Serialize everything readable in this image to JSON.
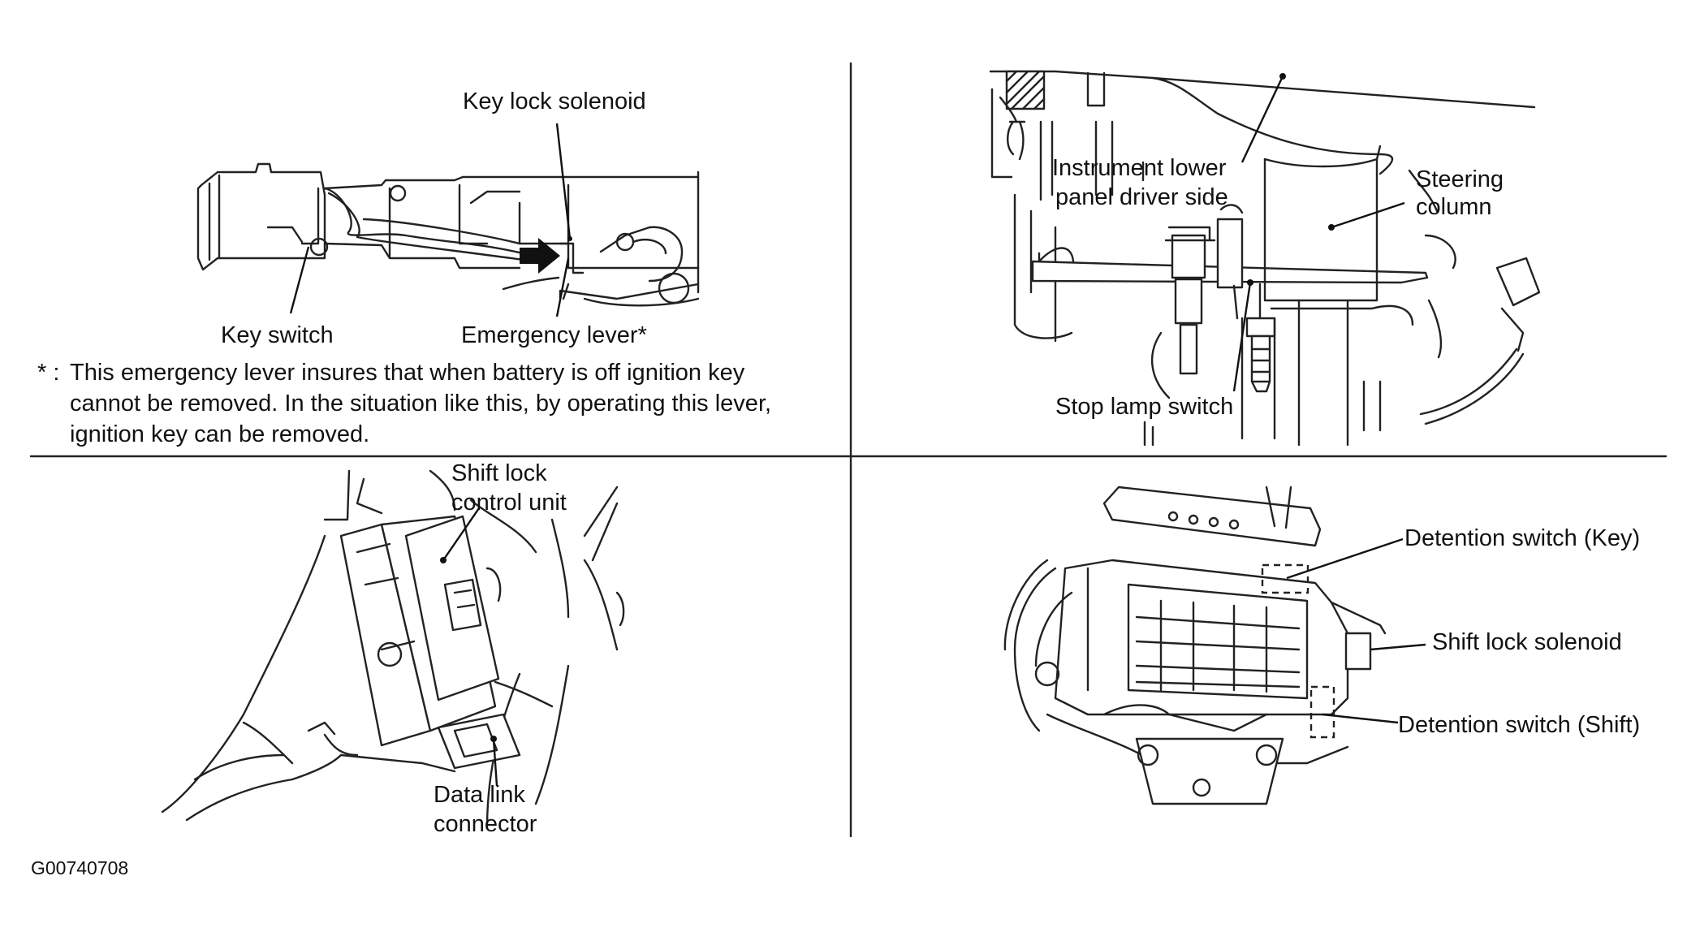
{
  "figure_id": "G00740708",
  "panels": {
    "top_left": {
      "labels": {
        "key_lock_solenoid": "Key lock solenoid",
        "key_switch": "Key switch",
        "emergency_lever": "Emergency lever*"
      },
      "footnote": {
        "marker": "* :",
        "line1": "This emergency lever insures that when battery is off ignition key",
        "line2": "cannot be removed. In the situation like this, by operating this lever,",
        "line3": "ignition key can be removed."
      }
    },
    "top_right": {
      "labels": {
        "instrument_lower_line1": "Instrument lower",
        "instrument_lower_line2": "panel driver side",
        "steering_line1": "Steering",
        "steering_line2": "column",
        "stop_lamp_switch": "Stop lamp switch"
      }
    },
    "bottom_left": {
      "labels": {
        "shift_lock_line1": "Shift lock",
        "shift_lock_line2": "control unit",
        "data_link_line1": "Data link",
        "data_link_line2": "connector"
      }
    },
    "bottom_right": {
      "labels": {
        "detention_key": "Detention switch (Key)",
        "shift_lock_solenoid": "Shift lock solenoid",
        "detention_shift": "Detention switch (Shift)"
      }
    }
  }
}
